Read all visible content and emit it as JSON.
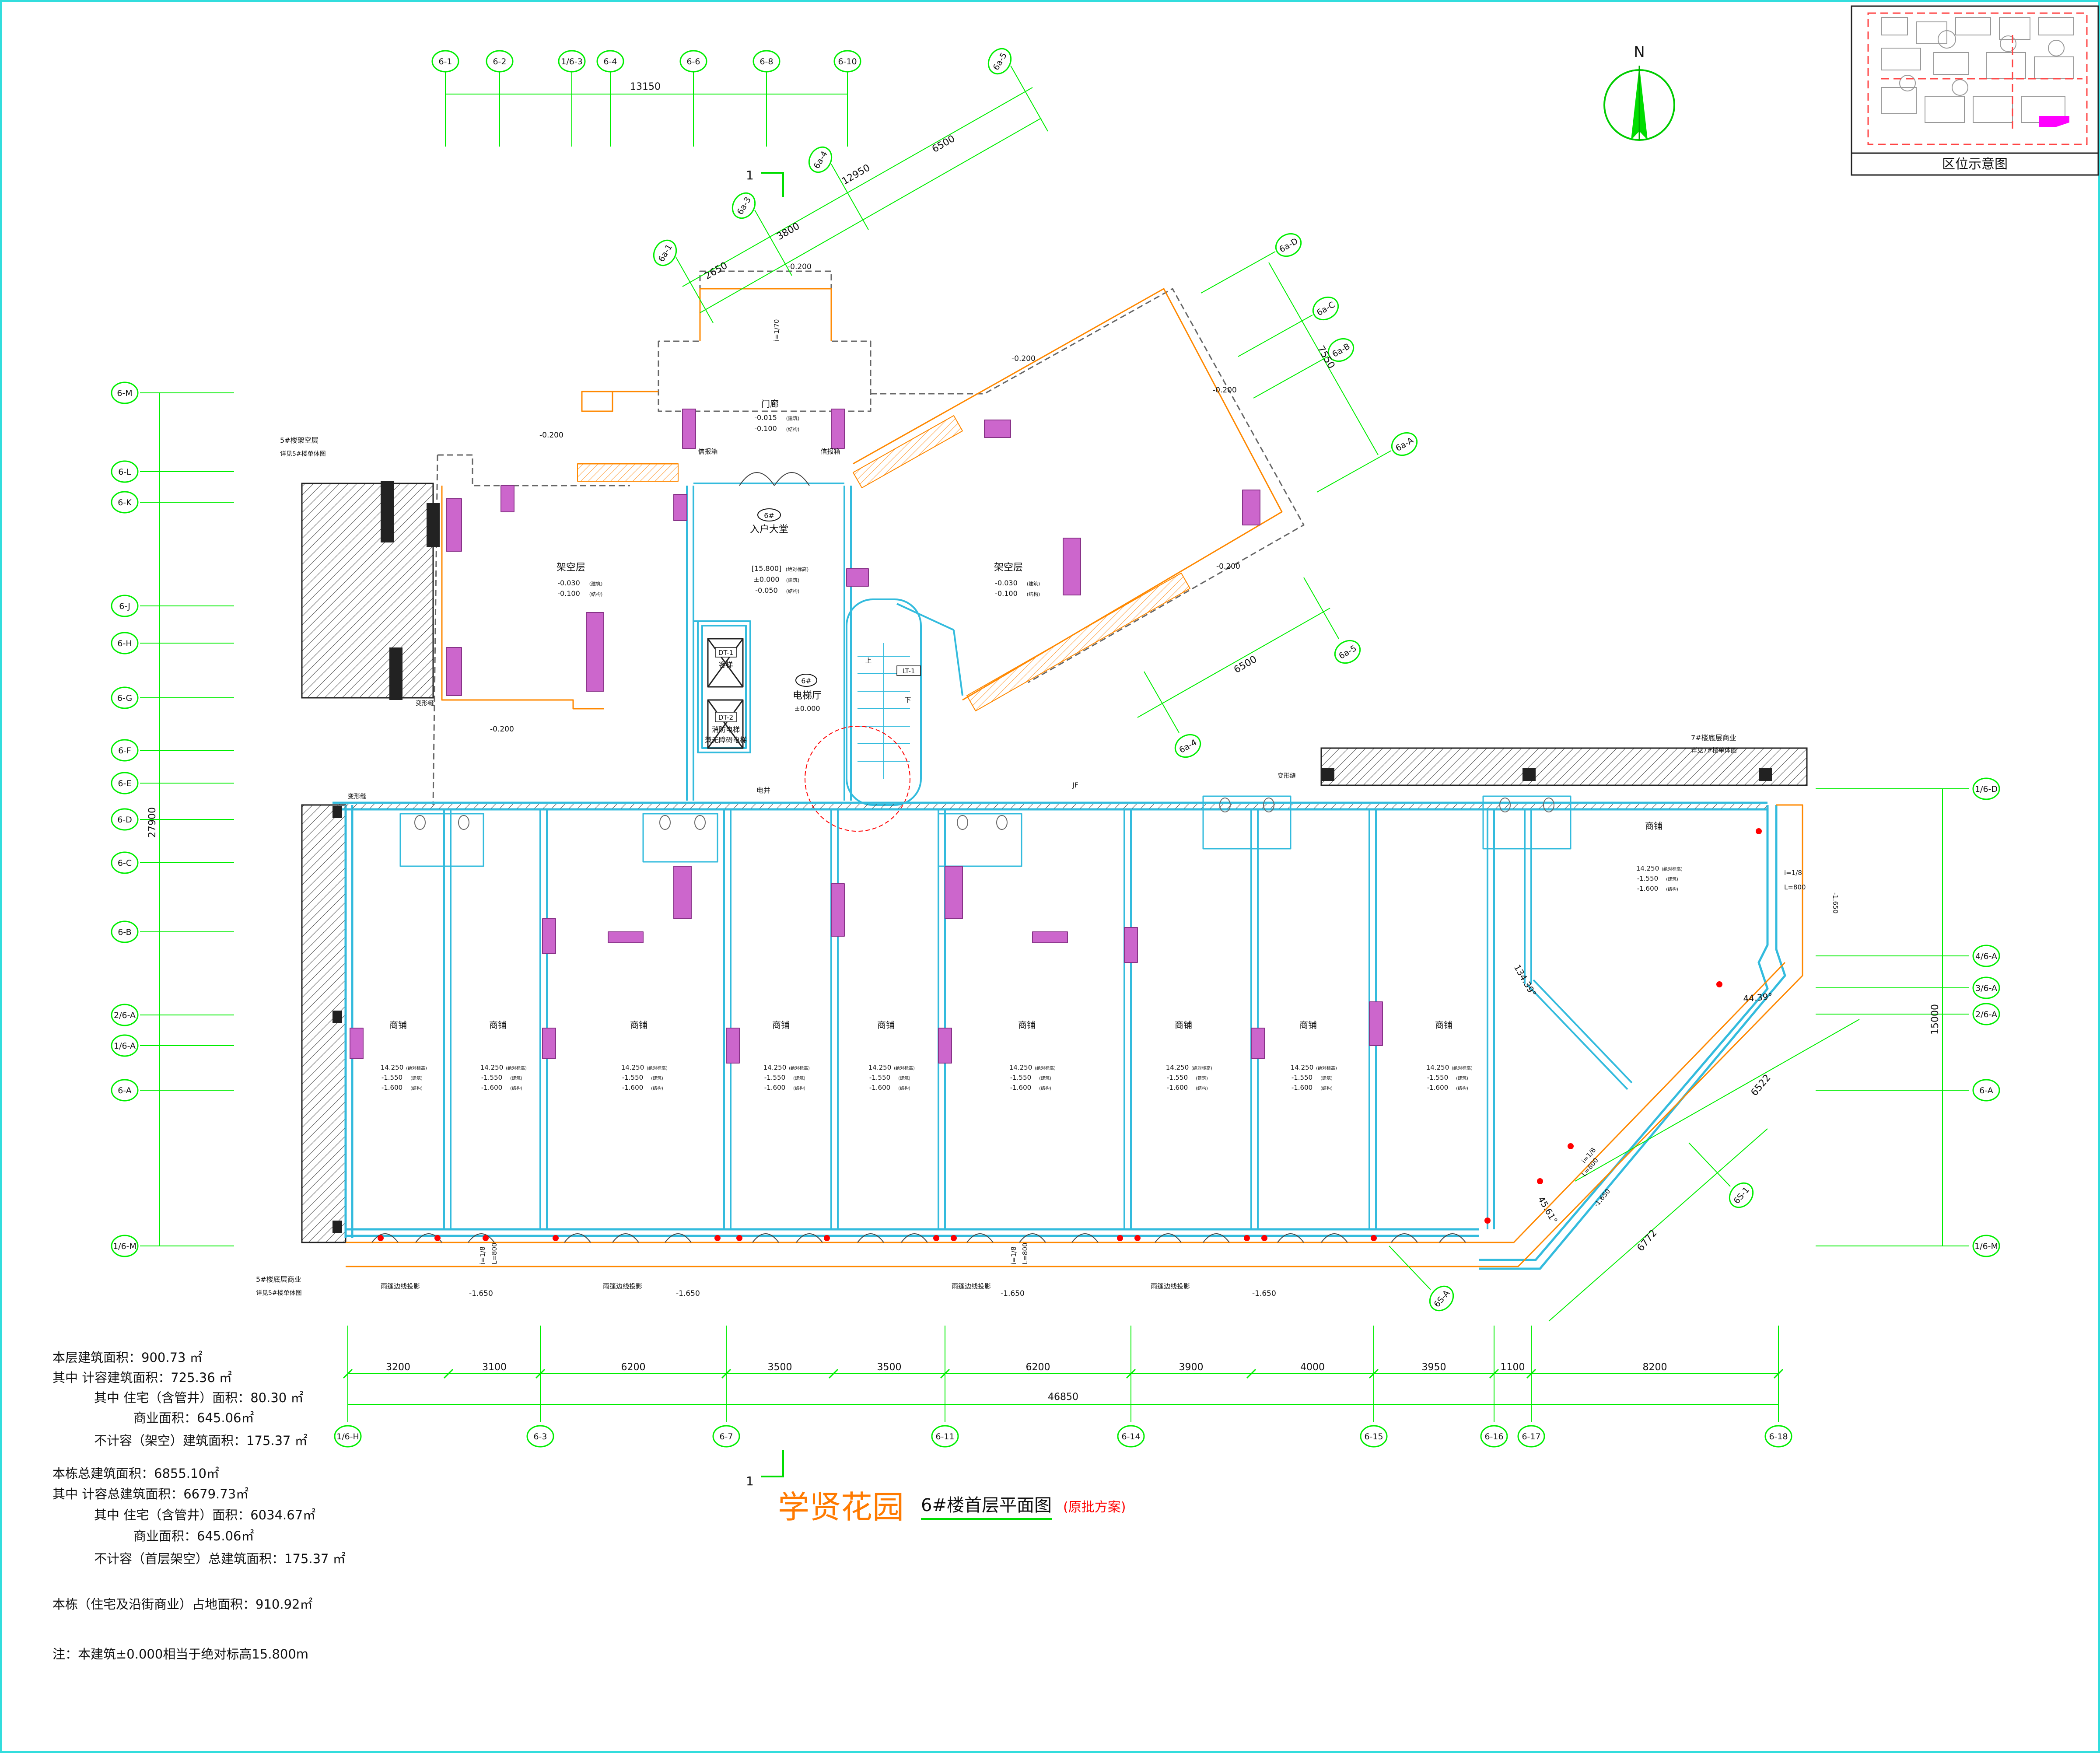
{
  "colors": {
    "axis": "#00ee00",
    "wall": "#33bbdd",
    "pink": "#cc66cc",
    "orange": "#ff8800",
    "red": "#ff0000",
    "dark": "#222222",
    "title_orange": "#ff7a00",
    "title_red": "#ff0000"
  },
  "top_axes": [
    "6-1",
    "6-2",
    "1/6-3",
    "6-4",
    "6-6",
    "6-8",
    "6-10"
  ],
  "top_dim": "13150",
  "diag_axes_top": [
    "6a-5",
    "6a-4",
    "6a-3",
    "6a-1"
  ],
  "diag_dims_top": [
    "6500",
    "12950",
    "3800",
    "2650"
  ],
  "right_diag_axes": [
    "6a-D",
    "6a-C",
    "6a-B",
    "6a-A"
  ],
  "right_diag_dim": "7550",
  "mid_diag_axes": [
    "6a-5",
    "6a-4"
  ],
  "mid_diag_dim": "6500",
  "left_axes": [
    "6-M",
    "6-L",
    "6-K",
    "6-J",
    "6-H",
    "6-G",
    "6-F",
    "6-E",
    "6-D",
    "6-C",
    "6-B",
    "2/6-A",
    "1/6-A",
    "6-A",
    "1/6-M"
  ],
  "left_dim": "27900",
  "right_axes": [
    "1/6-D",
    "4/6-A",
    "3/6-A",
    "2/6-A",
    "6-A",
    "1/6-M"
  ],
  "right_dim": "15000",
  "bottom_axes": [
    "1/6-H",
    "6-3",
    "6-7",
    "6-11",
    "6-14",
    "6-15",
    "6-16",
    "6-17",
    "6-18"
  ],
  "bottom_dims": [
    "3200",
    "3100",
    "6200",
    "3500",
    "3500",
    "6200",
    "3900",
    "4000",
    "3950",
    "1100",
    "8200"
  ],
  "bottom_total": "46850",
  "corner_axes": [
    "6S-1",
    "6S-A"
  ],
  "corner_dims": [
    "6522",
    "6772"
  ],
  "angles": [
    "134.39°",
    "44.39°",
    "45.61°"
  ],
  "north": "N",
  "keymap_caption": "区位示意图",
  "section_mark": "1",
  "rooms": {
    "porch": {
      "name": "门廊",
      "e1": "-0.015",
      "e2": "-0.100",
      "t1": "(建筑)",
      "t2": "(结构)"
    },
    "mailbox": "信报箱",
    "lobby": {
      "name": "入户大堂",
      "tag": "6#",
      "e0": "[15.800]",
      "e1": "±0.000",
      "e2": "-0.050",
      "t0": "(绝对标高)",
      "t1": "(建筑)",
      "t2": "(结构)"
    },
    "stilt_left": {
      "name": "架空层",
      "e1": "-0.030",
      "e2": "-0.100",
      "t1": "(建筑)",
      "t2": "(结构)"
    },
    "stilt_right": {
      "name": "架空层",
      "e1": "-0.030",
      "e2": "-0.100",
      "t1": "(建筑)",
      "t2": "(结构)"
    },
    "elevator_hall": {
      "tag": "6#",
      "name": "电梯厅",
      "e": "±0.000"
    },
    "dt1": {
      "code": "DT-1",
      "name": "客梯"
    },
    "dt2": {
      "code": "DT-2",
      "name1": "消防电梯",
      "name2": "兼无障碍电梯"
    },
    "lt1": "LT-1",
    "elec_well": "电井",
    "jf": "JF",
    "stair_up": "上",
    "stair_down": "下",
    "shop": "商铺",
    "shop_e0": "14.250",
    "shop_t0": "(绝对标高)",
    "shop_e1": "-1.550",
    "shop_t1": "(建筑)",
    "shop_e2": "-1.600",
    "shop_t2": "(结构)"
  },
  "labels": {
    "sub_top_left_1": "5#楼架空层",
    "sub_top_left_2": "详见5#楼单体图",
    "sub_top_right_1": "7#楼底层商业",
    "sub_top_right_2": "详见7#楼单体图",
    "sub_bot_left_1": "5#楼底层商业",
    "sub_bot_left_2": "详见5#楼单体图",
    "seam": "变形缝",
    "slope": "i=1/8",
    "ramp_len": "L=800",
    "ramp_slope_top": "i=1/70",
    "rail": "雨篷边线投影",
    "lvl_m0200": "-0.200",
    "lvl_m1650": "-1.650"
  },
  "notes": [
    "本层建筑面积：900.73 ㎡",
    "其中 计容建筑面积：725.36  ㎡",
    "其中 住宅（含管井）面积：80.30  ㎡",
    "商业面积：645.06㎡",
    "不计容（架空）建筑面积：175.37  ㎡",
    "本栋总建筑面积：6855.10㎡",
    "其中 计容总建筑面积：6679.73㎡",
    "其中 住宅（含管井）面积：6034.67㎡",
    "商业面积：645.06㎡",
    "不计容（首层架空）总建筑面积：175.37 ㎡",
    "本栋（住宅及沿街商业）占地面积：910.92㎡",
    "注：本建筑±0.000相当于绝对标高15.800m"
  ],
  "title": {
    "main": "学贤花园",
    "sub": "6#楼首层平面图",
    "status": "(原批方案)"
  }
}
